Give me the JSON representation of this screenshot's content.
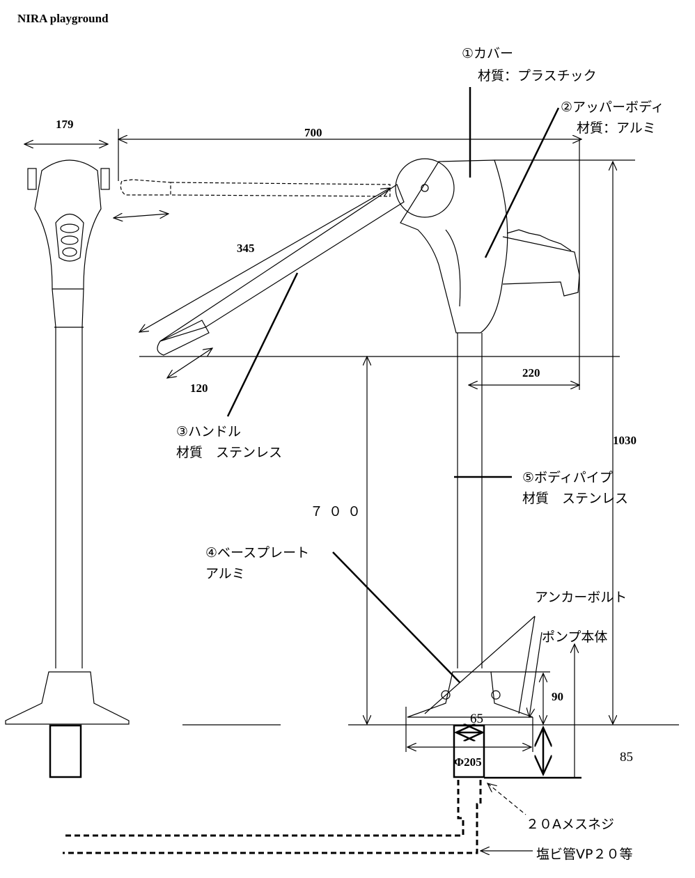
{
  "title": "NIRA playground",
  "dimensions": {
    "width_top": "179",
    "handle_reach": "700",
    "handle_length": "345",
    "grip": "120",
    "spout": "220",
    "total_height": "1030",
    "pipe_height": "７００",
    "base_height": "90",
    "pipe_dia": "65",
    "base_dia": "Φ205",
    "depth": "85"
  },
  "labels": {
    "cover": "①カバー",
    "cover_material": "材質：プラスチック",
    "upper_body": "②アッパーボディ",
    "upper_body_material": "材質：アルミ",
    "handle": "③ハンドル",
    "handle_material": "材質　ステンレス",
    "base_plate": "④ベースプレート",
    "base_plate_material": "アルミ",
    "body_pipe": "⑤ボディパイプ",
    "body_pipe_material": "材質　ステンレス",
    "anchor_bolt": "アンカーボルト",
    "pump_body": "ポンプ本体",
    "female_thread": "２０Aメスネジ",
    "pvc_pipe": "塩ビ管VP２０等"
  }
}
